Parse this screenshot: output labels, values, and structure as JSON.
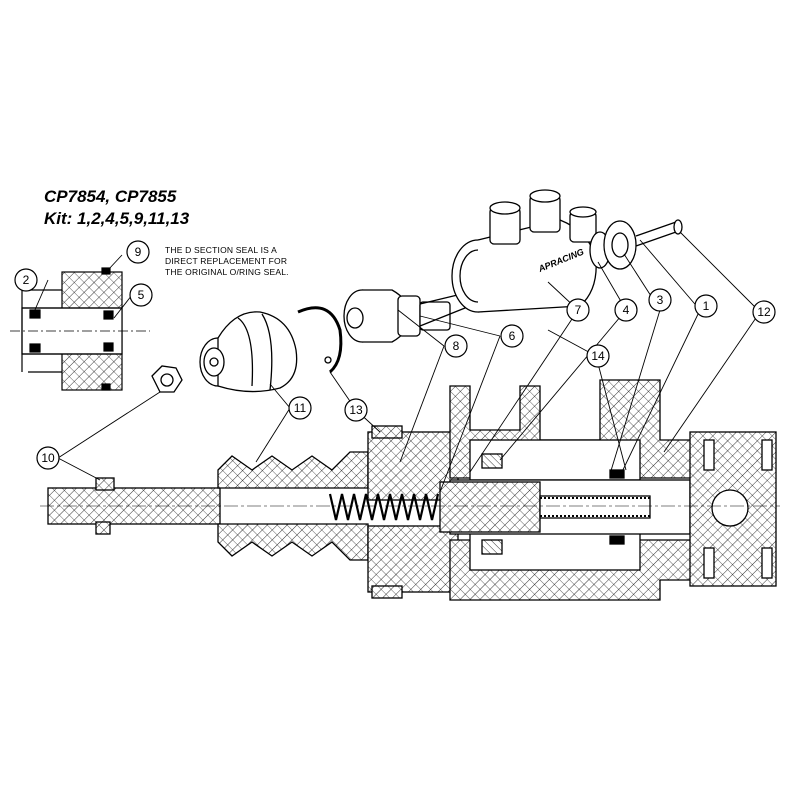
{
  "header": {
    "model_line": "CP7854, CP7855",
    "kit_line": "Kit: 1,2,4,5,9,11,13"
  },
  "note": {
    "lines": [
      "THE D SECTION SEAL IS A",
      "DIRECT REPLACEMENT FOR",
      "THE ORIGINAL O/RING SEAL."
    ]
  },
  "brand": {
    "logo_text": "APRACING"
  },
  "callouts": [
    {
      "key": "c1",
      "label": "1"
    },
    {
      "key": "c2",
      "label": "2"
    },
    {
      "key": "c3",
      "label": "3"
    },
    {
      "key": "c4",
      "label": "4"
    },
    {
      "key": "c5",
      "label": "5"
    },
    {
      "key": "c6",
      "label": "6"
    },
    {
      "key": "c7",
      "label": "7"
    },
    {
      "key": "c8",
      "label": "8"
    },
    {
      "key": "c9",
      "label": "9"
    },
    {
      "key": "c10",
      "label": "10"
    },
    {
      "key": "c11",
      "label": "11"
    },
    {
      "key": "c12",
      "label": "12"
    },
    {
      "key": "c13",
      "label": "13"
    },
    {
      "key": "c14",
      "label": "14"
    }
  ],
  "colors": {
    "line": "#000000",
    "background": "#ffffff",
    "hatch": "#000000"
  }
}
